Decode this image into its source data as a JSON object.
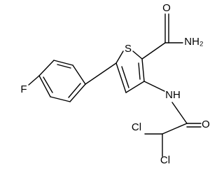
{
  "molecule": {
    "atoms": {
      "fluorine": "F",
      "sulfur": "S",
      "amide_nitrogen": "NH₂",
      "amide_oxygen": "O",
      "amine_nh": "NH",
      "acyl_oxygen": "O",
      "chlorine_top": "Cl",
      "chlorine_bottom": "Cl"
    }
  }
}
